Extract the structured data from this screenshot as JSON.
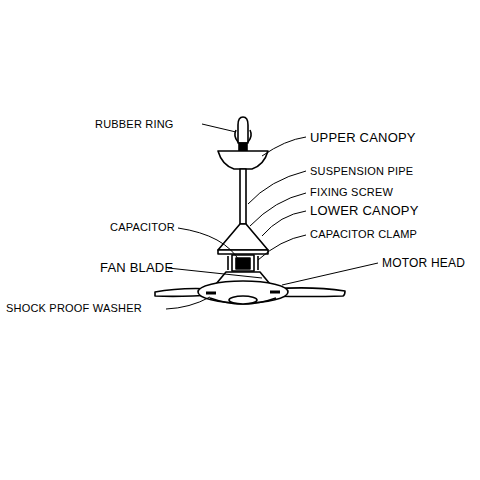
{
  "diagram": {
    "labels": [
      "RUBBER RING",
      "UPPER CANOPY",
      "SUSPENSION PIPE",
      "FIXING SCREW",
      "LOWER CANOPY",
      "CAPACITOR",
      "CAPACITOR CLAMP",
      "MOTOR HEAD",
      "FAN BLADE",
      "SHOCK PROOF WASHER"
    ]
  }
}
